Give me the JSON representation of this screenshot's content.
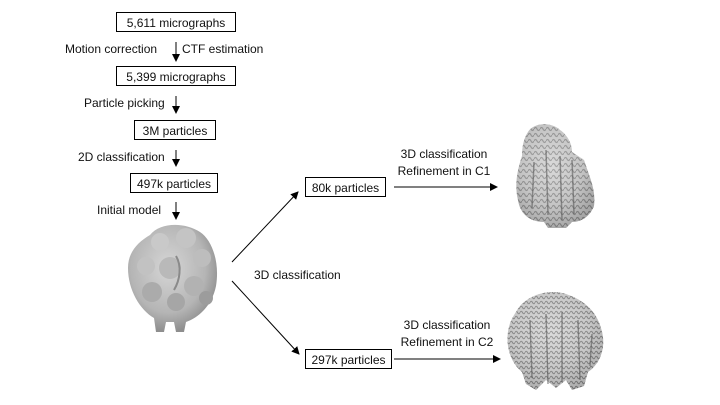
{
  "pipeline": {
    "boxes": {
      "micrographs_raw": "5,611 micrographs",
      "micrographs_corrected": "5,399 micrographs",
      "particles_picked": "3M particles",
      "particles_2d": "497k particles",
      "particles_c1": "80k particles",
      "particles_c2": "297k particles"
    },
    "steps": {
      "motion_correction": "Motion correction",
      "ctf_estimation": "CTF estimation",
      "particle_picking": "Particle picking",
      "classification_2d": "2D classification",
      "initial_model": "Initial model",
      "classification_3d": "3D classification",
      "c1_line1": "3D classification",
      "c1_line2": "Refinement in C1",
      "c2_line1": "3D classification",
      "c2_line2": "Refinement in C2"
    }
  }
}
